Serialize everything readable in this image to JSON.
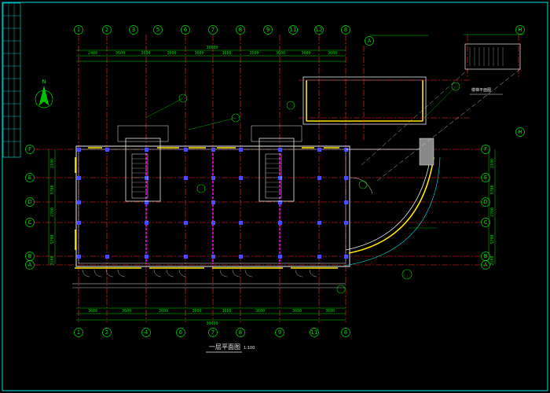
{
  "drawing": {
    "plan_title": "一层平面图",
    "plan_scale": "1:100",
    "stair_section_title": "楼梯平面图",
    "north_label": "N"
  },
  "axes": {
    "top": [
      "1",
      "2",
      "3",
      "5",
      "6",
      "7",
      "8",
      "9",
      "11",
      "12",
      "8"
    ],
    "bottom": [
      "1",
      "2",
      "4",
      "6",
      "7",
      "8",
      "9",
      "11",
      "8"
    ],
    "left": [
      "F",
      "E",
      "D",
      "C",
      "B",
      "A"
    ],
    "right": [
      "F",
      "E",
      "D",
      "C",
      "B",
      "A"
    ],
    "top_right": [
      "H"
    ],
    "right_circle": [
      "H"
    ],
    "bottom_extra": [
      "A"
    ]
  },
  "dimensions": {
    "top_row": [
      "2400",
      "3600",
      "3600",
      "3600",
      "3600",
      "3600",
      "3600",
      "3600",
      "3600",
      "3600"
    ],
    "top_total": "39600",
    "bottom_row": [
      "3600",
      "3600",
      "3600",
      "3600",
      "3600",
      "3600",
      "3600",
      "3600"
    ],
    "bottom_total": "39600",
    "left_col": [
      "2100",
      "5700",
      "2700",
      "5700",
      "2100"
    ],
    "right_col": [
      "2100",
      "5700",
      "2700",
      "5700",
      "2100"
    ]
  }
}
